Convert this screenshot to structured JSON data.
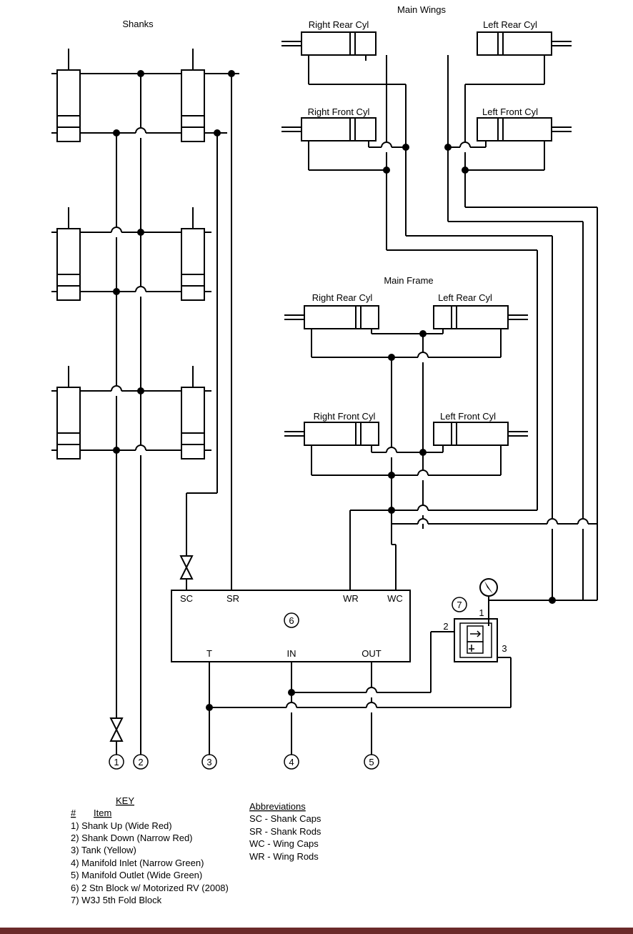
{
  "titles": {
    "shanks": "Shanks",
    "main_wings": "Main Wings",
    "main_frame": "Main Frame"
  },
  "cylinders": {
    "wing_right_rear": "Right Rear Cyl",
    "wing_left_rear": "Left Rear Cyl",
    "wing_right_front": "Right Front Cyl",
    "wing_left_front": "Left Front Cyl",
    "frame_right_rear": "Right Rear Cyl",
    "frame_left_rear": "Left Rear Cyl",
    "frame_right_front": "Right Front Cyl",
    "frame_left_front": "Left Front Cyl"
  },
  "block": {
    "sc": "SC",
    "sr": "SR",
    "wr": "WR",
    "wc": "WC",
    "t": "T",
    "in": "IN",
    "out": "OUT",
    "number": "6"
  },
  "fold_block": {
    "number": "7",
    "port1": "1",
    "port2": "2",
    "port3": "3"
  },
  "ports": [
    "1",
    "2",
    "3",
    "4",
    "5"
  ],
  "key": {
    "title": "KEY",
    "col_num": "#",
    "col_item": "Item",
    "items": [
      "1) Shank Up (Wide Red)",
      "2) Shank Down (Narrow Red)",
      "3) Tank (Yellow)",
      "4) Manifold Inlet (Narrow Green)",
      "5) Manifold Outlet (Wide Green)",
      "6) 2 Stn Block w/ Motorized RV (2008)",
      "7) W3J 5th Fold Block"
    ]
  },
  "abbreviations": {
    "title": "Abbreviations",
    "items": [
      "SC - Shank Caps",
      "SR - Shank Rods",
      "WC - Wing Caps",
      "WR - Wing Rods"
    ]
  }
}
